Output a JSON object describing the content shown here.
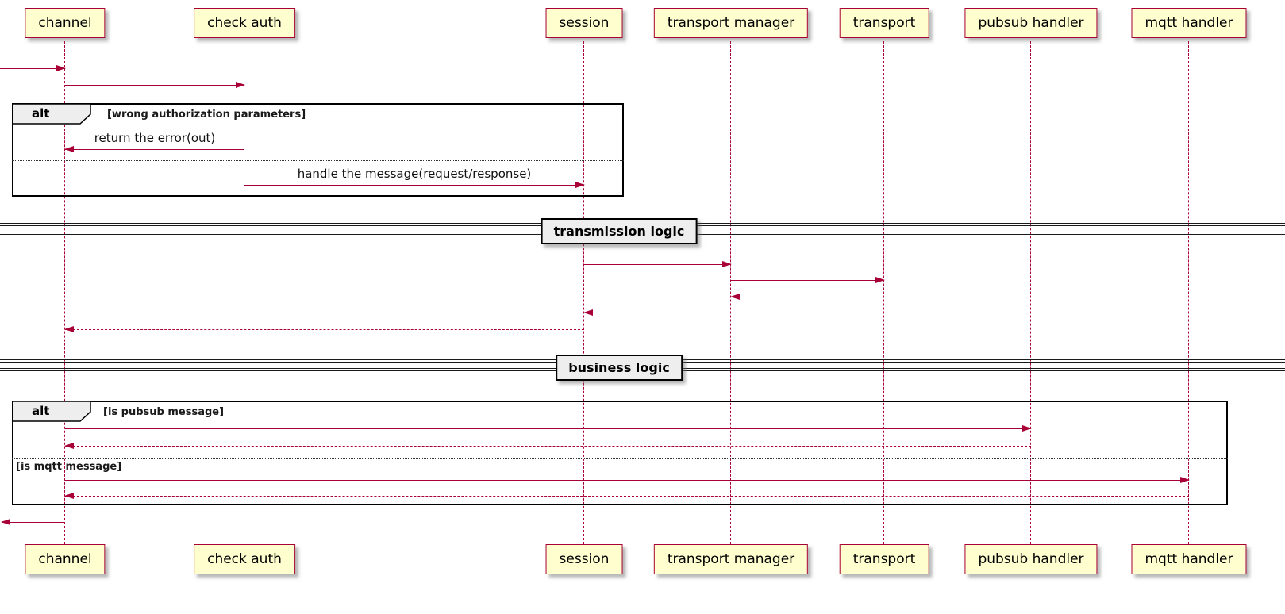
{
  "diagram": {
    "participants": [
      {
        "name": "channel"
      },
      {
        "name": "check auth"
      },
      {
        "name": "session"
      },
      {
        "name": "transport manager"
      },
      {
        "name": "transport"
      },
      {
        "name": "pubsub handler"
      },
      {
        "name": "mqtt handler"
      }
    ],
    "frames": {
      "alt1": {
        "keyword": "alt",
        "condition": "[wrong authorization parameters]"
      },
      "alt2": {
        "keyword": "alt",
        "condition": "[is pubsub message]",
        "else_condition": "[is mqtt message]"
      }
    },
    "messages": {
      "return_error": "return the error(out)",
      "handle_message": "handle the message(request/response)"
    },
    "dividers": {
      "transmission": "transmission logic",
      "business": "business logic"
    },
    "colors": {
      "participant_fill": "#FEFECE",
      "accent": "#A80036",
      "frame_border": "#000000",
      "keyword_fill": "#EEEEEE"
    }
  }
}
